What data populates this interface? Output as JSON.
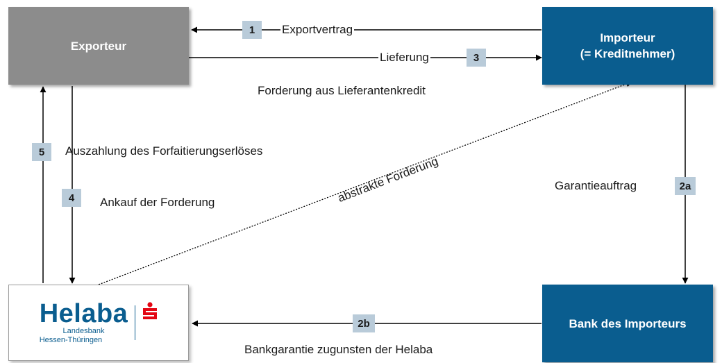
{
  "nodes": {
    "exporteur": "Exporteur",
    "importeur_line1": "Importeur",
    "importeur_line2": "(= Kreditnehmer)",
    "bank_importeur": "Bank des Importeurs"
  },
  "logo": {
    "word": "Helaba",
    "sub1": "Landesbank",
    "sub2": "Hessen-Thüringen"
  },
  "steps": {
    "s1": {
      "num": "1",
      "label": "Exportvertrag"
    },
    "s3": {
      "num": "3",
      "label": "Lieferung"
    },
    "s2a": {
      "num": "2a",
      "label": "Garantieauftrag"
    },
    "s2b": {
      "num": "2b",
      "label": "Bankgarantie zugunsten der Helaba"
    },
    "s4": {
      "num": "4",
      "label": "Ankauf der Forderung"
    },
    "s5": {
      "num": "5",
      "label": "Auszahlung des Forfaitierungserlöses"
    }
  },
  "annotations": {
    "forderung": "Forderung aus Lieferantenkredit",
    "abstrakt": "abstrakte Forderung"
  },
  "colors": {
    "blue": "#0a5d8f",
    "grey": "#8c8c8c",
    "badge": "#b9cbd9",
    "sparkasse_red": "#e30613"
  }
}
